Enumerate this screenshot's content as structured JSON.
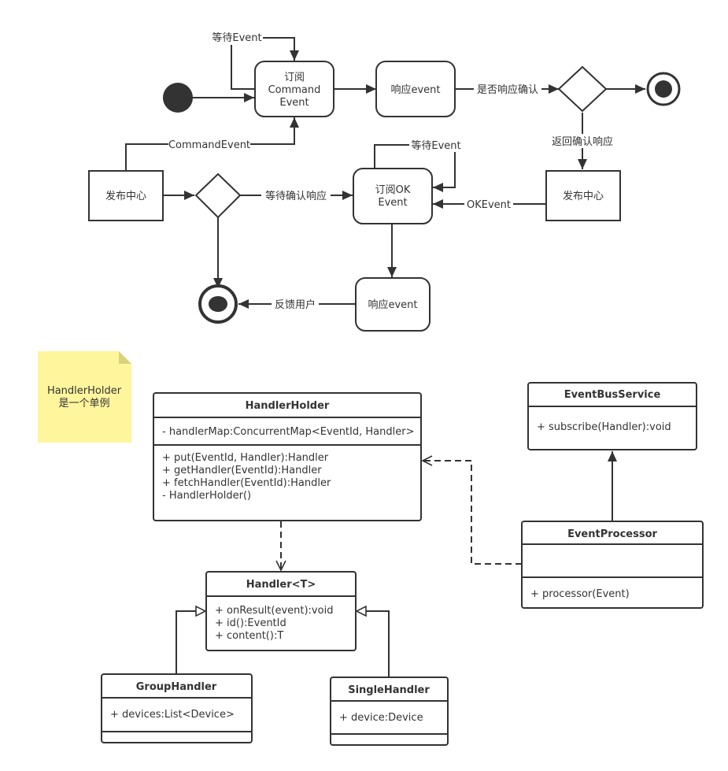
{
  "activity": {
    "subscribe_command": [
      "订阅",
      "Command",
      "Event"
    ],
    "respond_event_top": "响应event",
    "publish_left": "发布中心",
    "publish_right": "发布中心",
    "subscribe_ok": [
      "订阅OK",
      "Event"
    ],
    "respond_event_bottom": "响应event",
    "edge_wait_event_top": "等待Event",
    "edge_command_event": "CommandEvent",
    "edge_confirm_response": "是否响应确认",
    "edge_return_confirm": "返回确认响应",
    "edge_wait_event_mid": "等待Event",
    "edge_ok_event": "OKEvent",
    "edge_wait_confirm": "等待确认响应",
    "edge_feedback_user": "反馈用户"
  },
  "note": {
    "lines": [
      "HandlerHolder",
      "是一个单例"
    ],
    "color": "#fff59d"
  },
  "classes": {
    "handler_holder": {
      "name": "HandlerHolder",
      "attributes": [
        "- handlerMap:ConcurrentMap<EventId, Handler>"
      ],
      "methods": [
        "+ put(EventId, Handler):Handler",
        "+ getHandler(EventId):Handler",
        "+ fetchHandler(EventId):Handler",
        "- HandlerHolder()"
      ]
    },
    "event_bus_service": {
      "name": "EventBusService",
      "methods": [
        "+ subscribe(Handler):void"
      ]
    },
    "event_processor": {
      "name": "EventProcessor",
      "attributes": [],
      "methods": [
        "+ processor(Event)"
      ]
    },
    "handler": {
      "name": "Handler<T>",
      "methods": [
        "+ onResult(event):void",
        "+ id():EventId",
        "+ content():T"
      ]
    },
    "group_handler": {
      "name": "GroupHandler",
      "attributes": [
        "+ devices:List<Device>"
      ]
    },
    "single_handler": {
      "name": "SingleHandler",
      "attributes": [
        "+ device:Device"
      ]
    }
  }
}
